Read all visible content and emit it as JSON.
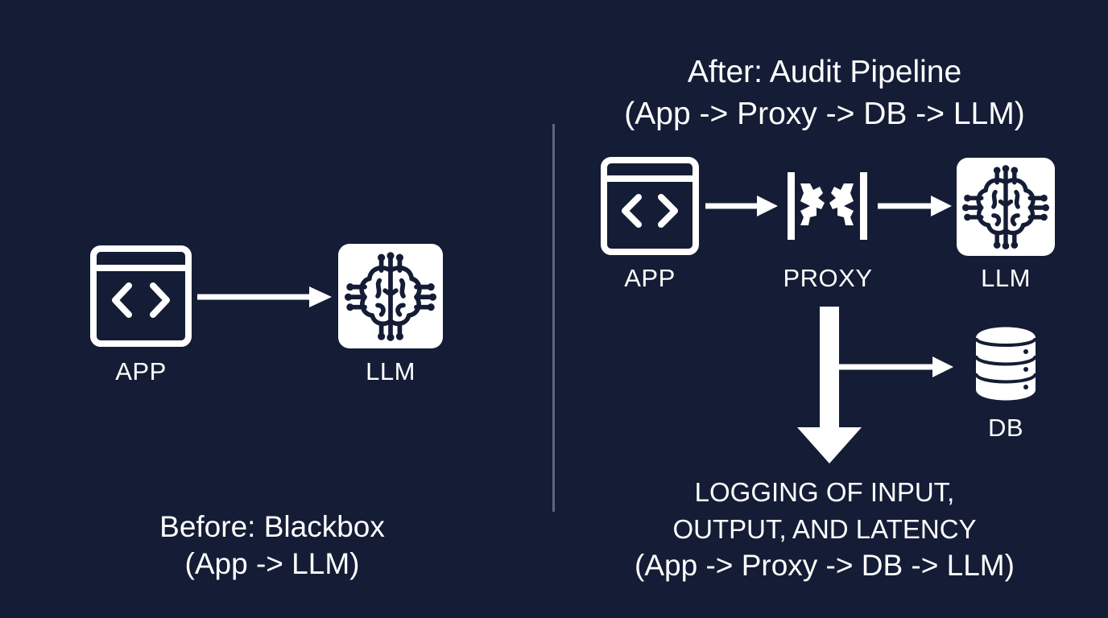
{
  "before": {
    "caption_line1": "Before: Blackbox",
    "caption_line2": "(App -> LLM)",
    "app_label": "APP",
    "llm_label": "LLM"
  },
  "after": {
    "title_line1": "After: Audit Pipeline",
    "title_line2": "(App -> Proxy -> DB -> LLM)",
    "app_label": "APP",
    "proxy_label": "PROXY",
    "llm_label": "LLM",
    "db_label": "DB",
    "logging_line1": "LOGGING OF INPUT,",
    "logging_line2": "OUTPUT, AND LATENCY",
    "logging_line3": "(App -> Proxy -> DB -> LLM)"
  },
  "colors": {
    "background": "#141d35",
    "foreground": "#ffffff",
    "divider": "#5f6677"
  },
  "icons": {
    "app": "code-window-icon",
    "llm": "brain-circuit-icon",
    "proxy": "gear-bracket-icon",
    "db": "database-icon"
  }
}
